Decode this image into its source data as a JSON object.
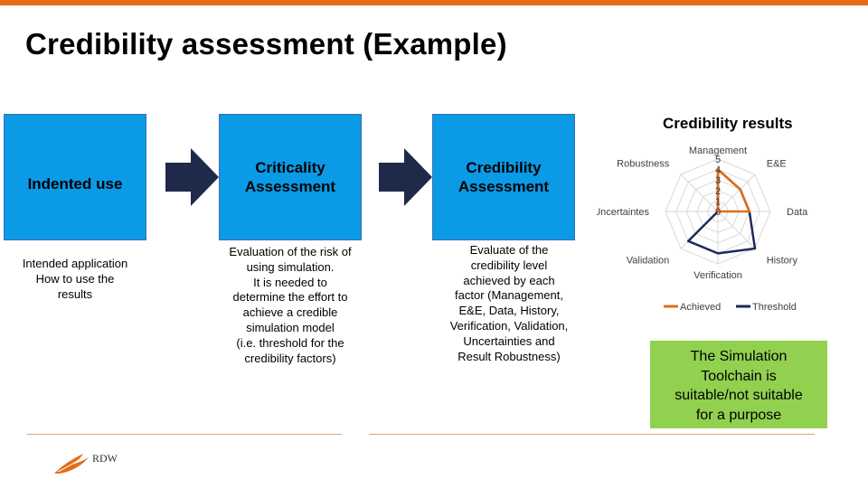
{
  "slide": {
    "title": "Credibility assessment (Example)",
    "accent_color": "#e36c1a"
  },
  "flow": {
    "boxes": [
      {
        "label": "Indented use",
        "description": [
          "Intended application",
          "How to use the",
          "results"
        ]
      },
      {
        "label": [
          "Criticality",
          "Assessment"
        ],
        "description": [
          "Evaluation of the risk of",
          "using simulation.",
          "It is needed  to",
          "determine the effort to",
          "achieve a credible",
          "simulation model",
          "(i.e. threshold for the",
          "credibility factors)"
        ]
      },
      {
        "label": [
          "Credibility",
          "Assessment"
        ],
        "description": [
          "Evaluate of the",
          "credibility level",
          "achieved by each",
          "factor (Management,",
          "E&E, Data, History,",
          "Verification, Validation,",
          "Uncertainties and",
          "Result Robustness)"
        ]
      }
    ],
    "box_color": "#0a9ae6"
  },
  "radar": {
    "title": "Credibility results",
    "axes": [
      "Management",
      "E&E",
      "Data",
      "History",
      "Verification",
      "Validation",
      "Uncertaintes",
      "Robustness"
    ],
    "ticks": [
      "0",
      "1",
      "2",
      "3",
      "4",
      "5"
    ],
    "max": 5,
    "series": [
      {
        "name": "Achieved",
        "color": "#e36c1a",
        "values": [
          4,
          3,
          3,
          0,
          0,
          0,
          0,
          0
        ]
      },
      {
        "name": "Threshold",
        "color": "#1f2a5a",
        "values": [
          4,
          3,
          3,
          5,
          4,
          4,
          0,
          0
        ]
      }
    ]
  },
  "conclusion": {
    "lines": [
      "The Simulation",
      "Toolchain is",
      "suitable/not suitable",
      "for a purpose"
    ],
    "color": "#92d050"
  },
  "logo": {
    "text": "RDW"
  }
}
